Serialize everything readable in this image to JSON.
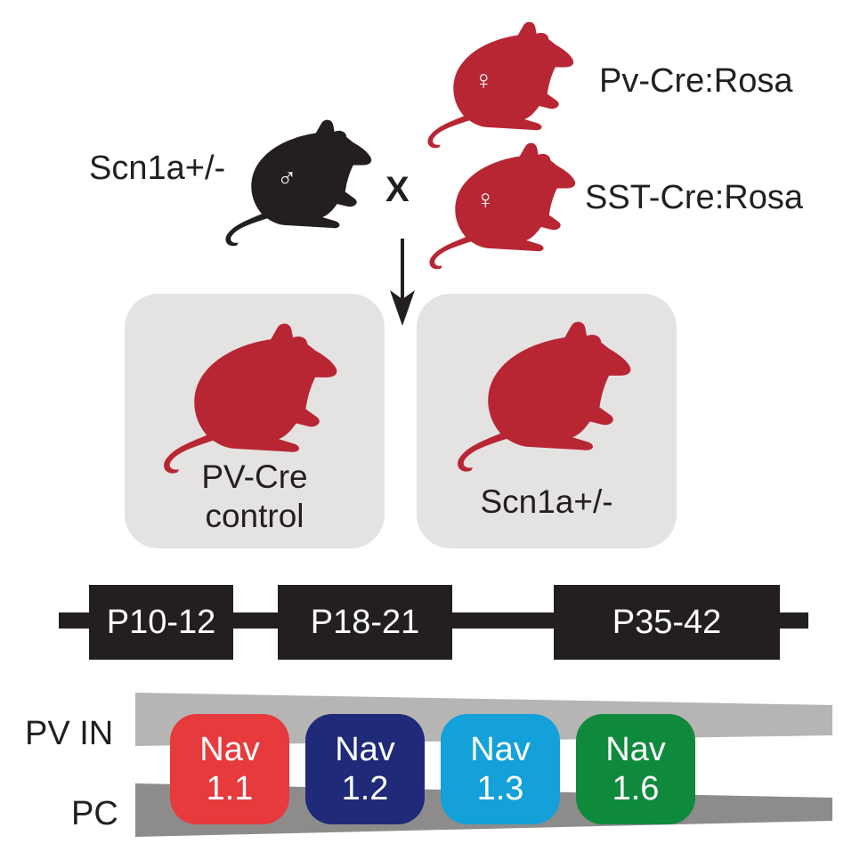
{
  "cross": {
    "male_label": "Scn1a+/-",
    "operator": "X",
    "female_labels": [
      "Pv-Cre:Rosa",
      "SST-Cre:Rosa"
    ],
    "male_symbol": "♂",
    "female_symbol": "♀"
  },
  "offspring": [
    {
      "label_line1": "PV-Cre",
      "label_line2": "control"
    },
    {
      "label_line1": "Scn1a+/-",
      "label_line2": ""
    }
  ],
  "timeline": {
    "ages": [
      "P10-12",
      "P18-21",
      "P35-42"
    ]
  },
  "expression": {
    "rows": [
      "PV IN",
      "PC"
    ],
    "channels": [
      {
        "line1": "Nav",
        "line2": "1.1",
        "color": "#e63a3d"
      },
      {
        "line1": "Nav",
        "line2": "1.2",
        "color": "#1f2a78"
      },
      {
        "line1": "Nav",
        "line2": "1.3",
        "color": "#14a0d8"
      },
      {
        "line1": "Nav",
        "line2": "1.6",
        "color": "#0f8a3d"
      }
    ]
  },
  "colors": {
    "mouse_red": "#b82634",
    "mouse_black": "#231f20",
    "panel_gray": "#e4e3e2",
    "wedge_light": "#b6b5b4",
    "wedge_dark": "#8d8c8b"
  }
}
